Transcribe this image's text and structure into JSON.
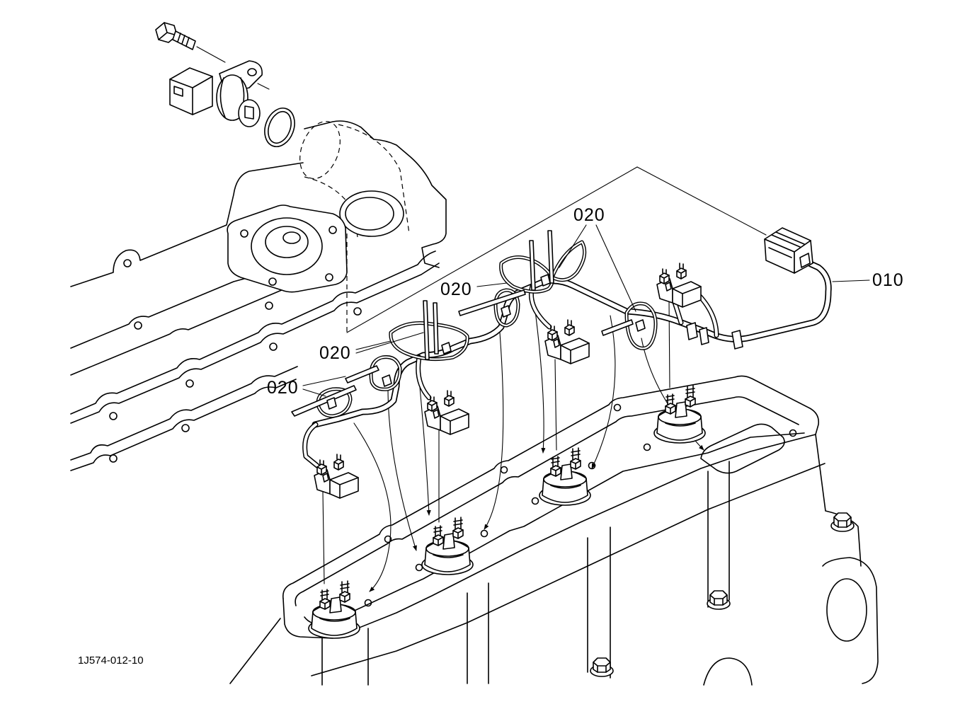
{
  "figure": {
    "code": "1J574-012-10"
  },
  "callouts": [
    {
      "label": "020"
    },
    {
      "label": "020"
    },
    {
      "label": "020"
    },
    {
      "label": "020"
    },
    {
      "label": "010"
    }
  ],
  "colors": {
    "line": "#000000",
    "background": "#ffffff"
  }
}
